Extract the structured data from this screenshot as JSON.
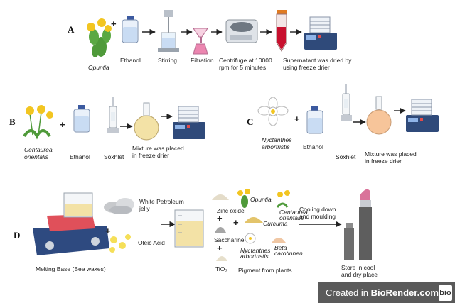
{
  "panels": {
    "a": {
      "letter": "A",
      "plant": "Opuntia",
      "steps": [
        "Ethanol",
        "Stirring",
        "Filtration"
      ],
      "centrifuge": [
        "Centrifuge at 10000",
        "rpm for 5 minutes"
      ],
      "dry": [
        "Supernatant was dried by",
        "using freeze drier"
      ]
    },
    "b": {
      "letter": "B",
      "plant": [
        "Centaurea",
        "orientalis"
      ],
      "solvent": "Ethanol",
      "soxhlet": "Soxhlet",
      "mixture": [
        "Mixture was placed",
        "in freeze drier"
      ]
    },
    "c": {
      "letter": "C",
      "plant": [
        "Nyctanthes",
        "arbortristis"
      ],
      "solvent": "Ethanol",
      "soxhlet": "Soxhlet",
      "mixture": [
        "Mixture was placed",
        "in freeze drier"
      ]
    },
    "d": {
      "letter": "D",
      "melting": "Melting Base (Bee waxes)",
      "jelly": [
        "White Petroleum",
        "jelly"
      ],
      "oleic": "Oleic Acid",
      "zinc": "Zinc oxide",
      "saccharine": "Saccharine",
      "tio2": "TiO",
      "tio2_sub": "2",
      "opuntia": "Opuntia",
      "centaurea": [
        "Centaurea",
        "orientalis"
      ],
      "curcuma": "Curcuma",
      "nyctanthes": [
        "Nyctanthes",
        "arbortristis"
      ],
      "beta": [
        "Beta",
        "carotinnen"
      ],
      "pigment": "Pigment from plants",
      "cooling": [
        "Cooling down",
        "and moulding"
      ],
      "store": [
        "Store in cool",
        "and dry  place"
      ]
    }
  },
  "badge": {
    "prefix": "Created in ",
    "brand": "BioRender.com",
    "logo": "bio"
  },
  "colors": {
    "ethanol_blue": "#c9dcf3",
    "pink_liquid": "#ec86b0",
    "red_supernatant": "#c8102e",
    "flask_peach": "#f7c59a",
    "flask_yellow": "#f3e2a6",
    "lipstick_pink": "#d9739a",
    "cactus_green": "#4f9a3a",
    "flower_yellow": "#f2c521"
  }
}
